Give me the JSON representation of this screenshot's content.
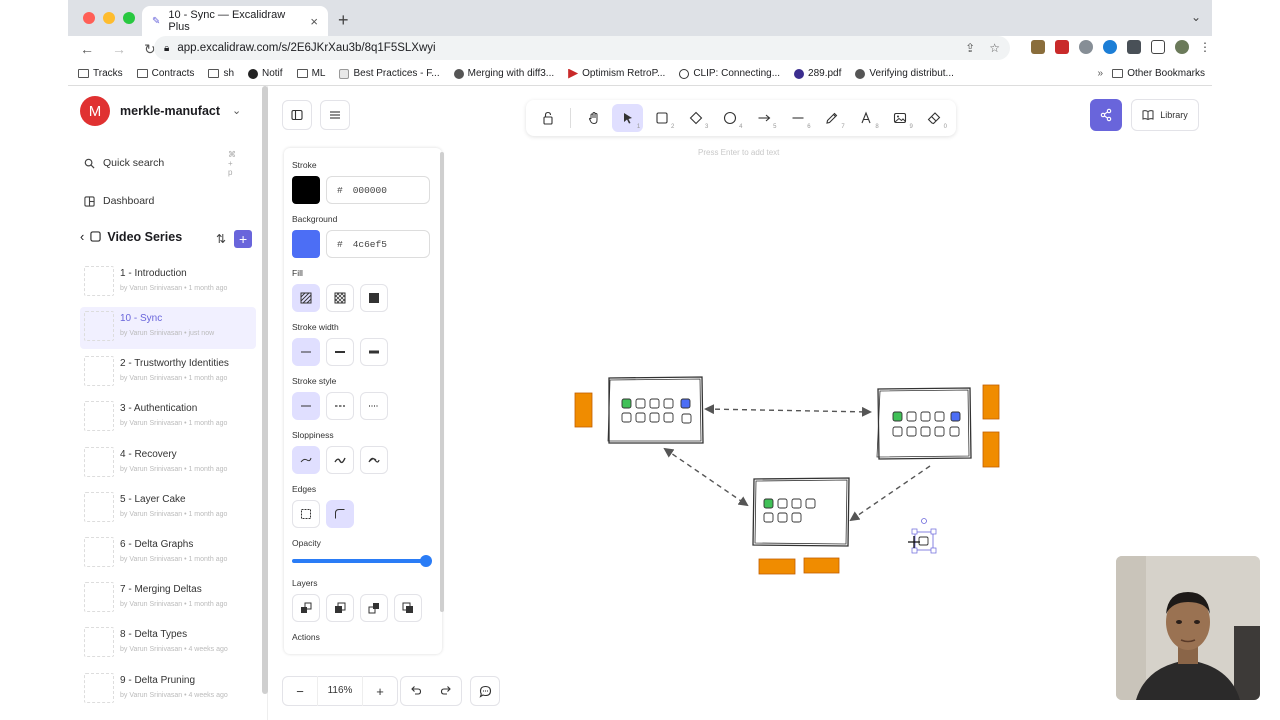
{
  "browser": {
    "tab_title": "10 - Sync — Excalidraw Plus",
    "url": "app.excalidraw.com/s/2E6JKrXau3b/8q1F5SLXwyi",
    "bookmarks": [
      "Tracks",
      "Contracts",
      "sh",
      "Notif",
      "ML",
      "Best Practices - F...",
      "Merging with diff3...",
      "Optimism RetroP...",
      "CLIP: Connecting...",
      "289.pdf",
      "Verifying distribut..."
    ],
    "bookmarks_more": "»",
    "other_bookmarks": "Other Bookmarks"
  },
  "sidebar": {
    "team_initial": "M",
    "team_name": "merkle-manufacto",
    "quick_search": "Quick search",
    "quick_search_kbd": "⌘ + p",
    "dashboard": "Dashboard",
    "collection_title": "Video Series",
    "scenes": [
      {
        "title": "1 - Introduction",
        "meta": "by Varun Srinivasan • 1 month ago"
      },
      {
        "title": "10 - Sync",
        "meta": "by Varun Srinivasan • just now"
      },
      {
        "title": "2 - Trustworthy Identities",
        "meta": "by Varun Srinivasan • 1 month ago"
      },
      {
        "title": "3 - Authentication",
        "meta": "by Varun Srinivasan • 1 month ago"
      },
      {
        "title": "4 - Recovery",
        "meta": "by Varun Srinivasan • 1 month ago"
      },
      {
        "title": "5 - Layer Cake",
        "meta": "by Varun Srinivasan • 1 month ago"
      },
      {
        "title": "6 - Delta Graphs",
        "meta": "by Varun Srinivasan • 1 month ago"
      },
      {
        "title": "7 - Merging Deltas",
        "meta": "by Varun Srinivasan • 1 month ago"
      },
      {
        "title": "8 - Delta Types",
        "meta": "by Varun Srinivasan • 4 weeks ago"
      },
      {
        "title": "9 - Delta Pruning",
        "meta": "by Varun Srinivasan • 4 weeks ago"
      }
    ]
  },
  "props": {
    "stroke_label": "Stroke",
    "stroke_hash": "#",
    "stroke_hex": "000000",
    "stroke_color": "#000000",
    "background_label": "Background",
    "background_hash": "#",
    "background_hex": "4c6ef5",
    "background_color": "#4c6ef5",
    "fill_label": "Fill",
    "stroke_width_label": "Stroke width",
    "stroke_style_label": "Stroke style",
    "sloppiness_label": "Sloppiness",
    "edges_label": "Edges",
    "opacity_label": "Opacity",
    "opacity_value": 1.0,
    "layers_label": "Layers",
    "actions_label": "Actions"
  },
  "toolbar": {
    "hint": "Press Enter to add text",
    "tools": [
      {
        "icon": "lock-icon",
        "num": ""
      },
      {
        "icon": "hand-icon",
        "num": ""
      },
      {
        "icon": "selection-icon",
        "num": "1"
      },
      {
        "icon": "rectangle-icon",
        "num": "2"
      },
      {
        "icon": "diamond-icon",
        "num": "3"
      },
      {
        "icon": "ellipse-icon",
        "num": "4"
      },
      {
        "icon": "arrow-icon",
        "num": "5"
      },
      {
        "icon": "line-icon",
        "num": "6"
      },
      {
        "icon": "pencil-icon",
        "num": "7"
      },
      {
        "icon": "text-icon",
        "num": "8"
      },
      {
        "icon": "image-icon",
        "num": "9"
      },
      {
        "icon": "eraser-icon",
        "num": "0"
      }
    ],
    "library_label": "Library"
  },
  "footer": {
    "zoom_out": "−",
    "zoom_level": "116%",
    "zoom_in": "+"
  },
  "colors": {
    "accent": "#6965db",
    "orange": "#f08c00",
    "green": "#40c057",
    "blue": "#4c6ef5"
  }
}
